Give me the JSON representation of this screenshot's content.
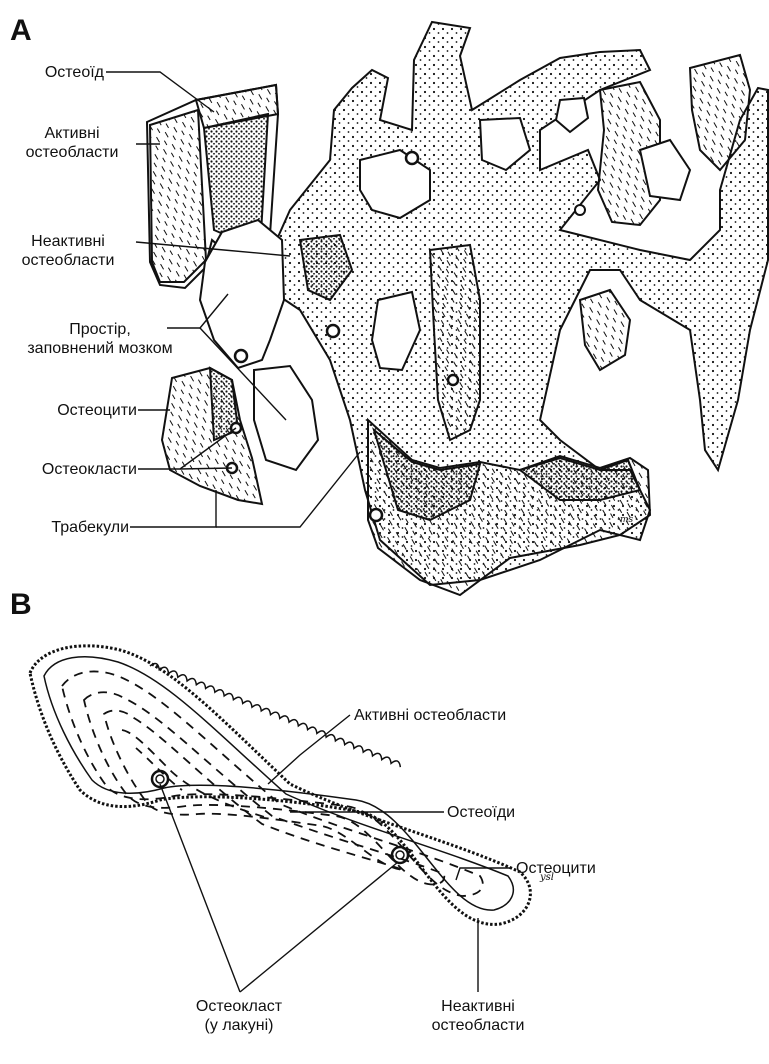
{
  "panel_a": {
    "letter": "A",
    "labels": {
      "osteoid": "Остеоїд",
      "active_osteoblasts": [
        "Активні",
        "остеобласти"
      ],
      "inactive_osteoblasts": [
        "Неактивні",
        "остеобласти"
      ],
      "marrow_space": [
        "Простір,",
        "заповнений мозком"
      ],
      "osteocytes": "Остеоцити",
      "osteoclasts": "Остеокласти",
      "trabeculae": "Трабекули"
    }
  },
  "panel_b": {
    "letter": "B",
    "labels": {
      "active_osteoblasts": "Активні остеобласти",
      "osteoids": "Остеоїди",
      "osteocytes": "Остеоцити",
      "osteoclast": [
        "Остеокласт",
        "(у лакуні)"
      ],
      "inactive_osteoblasts": [
        "Неактивні",
        "остеобласти"
      ]
    }
  },
  "colors": {
    "ink": "#111111",
    "bone_fill": "#ffffff",
    "background": "#ffffff"
  }
}
